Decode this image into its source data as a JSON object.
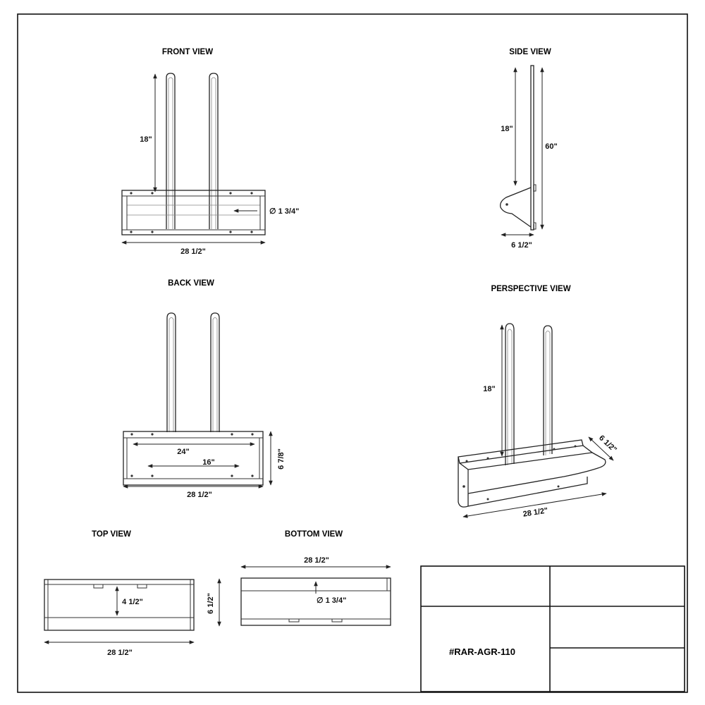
{
  "views": {
    "front": {
      "title": "FRONT VIEW",
      "dims": {
        "height": "18\"",
        "tube": "∅ 1 3/4\"",
        "width": "28 1/2\""
      }
    },
    "side": {
      "title": "SIDE VIEW",
      "dims": {
        "height": "18\"",
        "total": "60\"",
        "depth": "6 1/2\""
      }
    },
    "back": {
      "title": "BACK VIEW",
      "dims": {
        "inner": "24\"",
        "spacing": "16\"",
        "height": "6 7/8\"",
        "width": "28 1/2\""
      }
    },
    "perspective": {
      "title": "PERSPECTIVE VIEW",
      "dims": {
        "height": "18\"",
        "depth": "6 1/2\"",
        "width": "28 1/2\""
      }
    },
    "top": {
      "title": "TOP VIEW",
      "dims": {
        "depth": "4 1/2\"",
        "width": "28 1/2\""
      }
    },
    "bottom": {
      "title": "BOTTOM VIEW",
      "dims": {
        "width": "28 1/2\"",
        "height": "6 1/2\"",
        "tube": "∅ 1 3/4\""
      }
    }
  },
  "title_block": {
    "part_number": "#RAR-AGR-110"
  }
}
